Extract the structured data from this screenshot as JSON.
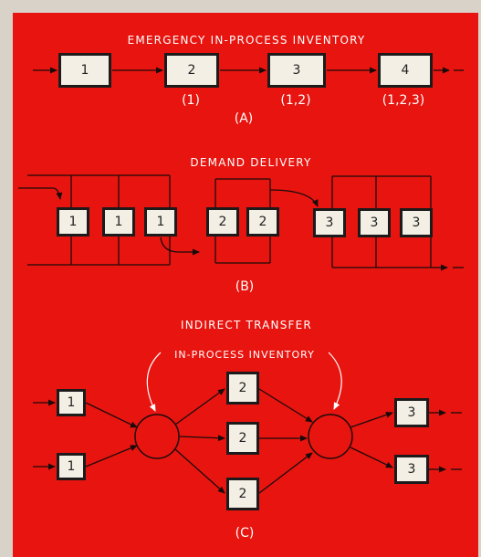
{
  "colors": {
    "background": "#e8140f",
    "box_fill": "#f3efe4",
    "line": "#1a0b0b",
    "text": "#ffffff"
  },
  "panel_a": {
    "title": "EMERGENCY IN-PROCESS INVENTORY",
    "caption": "(A)",
    "stations": [
      {
        "label": "1",
        "sub": ""
      },
      {
        "label": "2",
        "sub": "(1)"
      },
      {
        "label": "3",
        "sub": "(1,2)"
      },
      {
        "label": "4",
        "sub": "(1,2,3)"
      }
    ]
  },
  "panel_b": {
    "title": "DEMAND DELIVERY",
    "caption": "(B)",
    "stations": [
      "1",
      "1",
      "1",
      "2",
      "2",
      "3",
      "3",
      "3"
    ]
  },
  "panel_c": {
    "title": "INDIRECT TRANSFER",
    "subtitle": "IN-PROCESS INVENTORY",
    "caption": "(C)",
    "inputs": [
      "1",
      "1"
    ],
    "middle": [
      "2",
      "2",
      "2"
    ],
    "outputs": [
      "3",
      "3"
    ]
  }
}
